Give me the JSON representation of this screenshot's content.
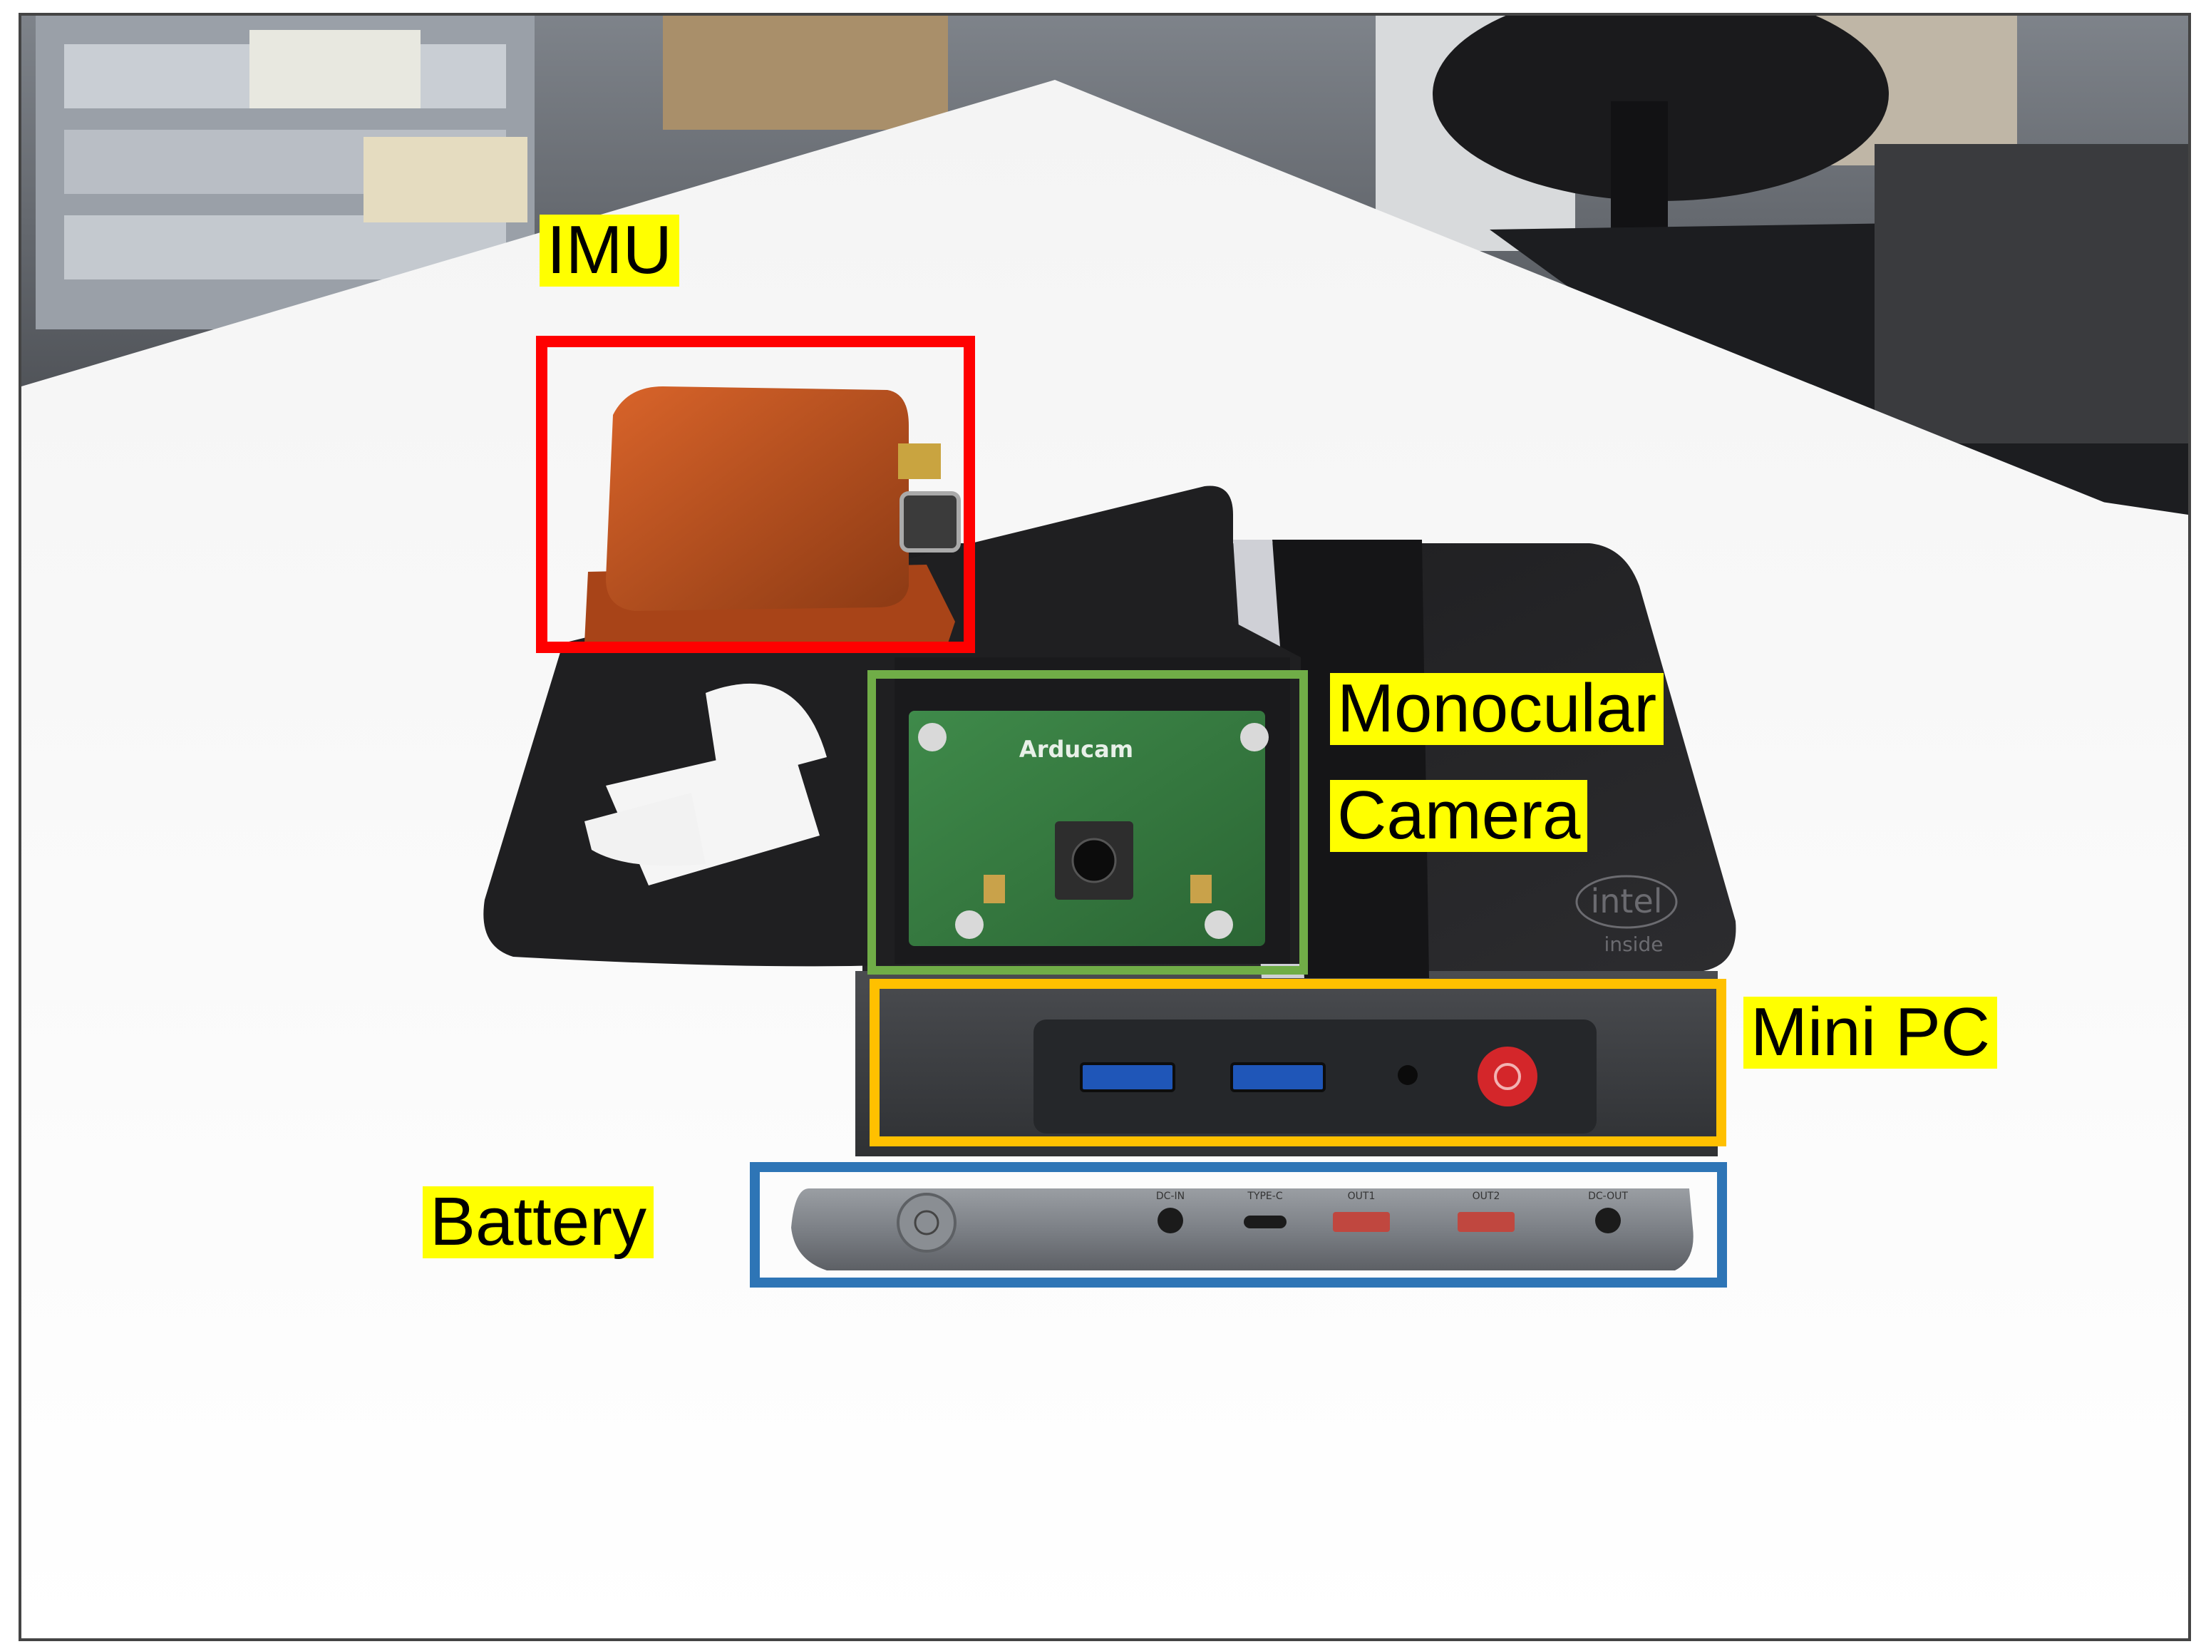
{
  "labels": {
    "imu": "IMU",
    "camera_line1": "Monocular",
    "camera_line2": "Camera",
    "mini_pc": "Mini PC",
    "battery": "Battery"
  },
  "device_text": {
    "camera_board": "Arducam",
    "intel_logo": "intel",
    "intel_inside": "inside",
    "battery_ports": [
      "DC-IN",
      "TYPE-C",
      "OUT1",
      "OUT2",
      "DC-OUT"
    ]
  },
  "box_colors": {
    "imu": "#ff0000",
    "camera": "#70ad47",
    "mini_pc": "#ffc000",
    "battery": "#2e75b6",
    "label_background": "#ffff00"
  }
}
